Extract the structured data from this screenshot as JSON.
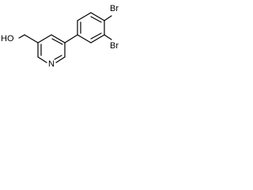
{
  "molecule": {
    "atom_labels": {
      "hydroxyl": "HO",
      "pyridine_nitrogen": "N",
      "bromine_top": "Br",
      "bromine_bottom": "Br"
    },
    "colors": {
      "bonds": "#000000",
      "labels": "#000000",
      "background": "#ffffff"
    }
  }
}
